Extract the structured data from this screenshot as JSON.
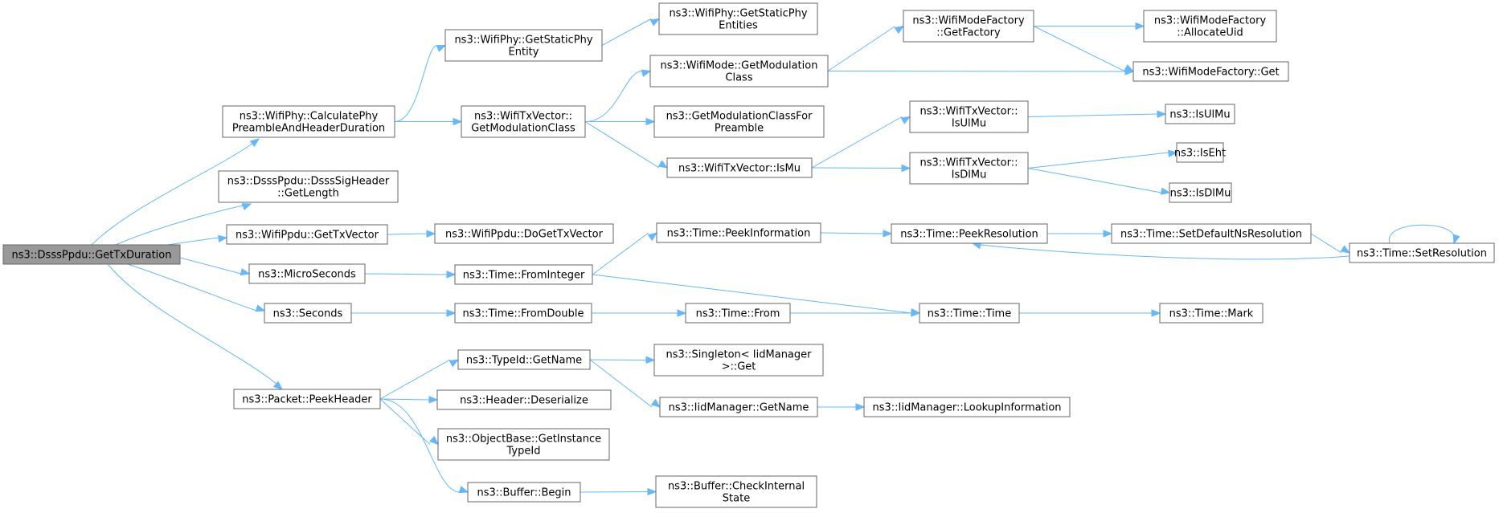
{
  "diagram": {
    "nodes": [
      {
        "id": "n0",
        "lines": [
          "ns3::DsssPpdu::GetTxDuration"
        ]
      },
      {
        "id": "n1",
        "lines": [
          "ns3::WifiPhy::CalculatePhy",
          "PreambleAndHeaderDuration"
        ]
      },
      {
        "id": "n2",
        "lines": [
          "ns3::DsssPpdu::DsssSigHeader",
          "::GetLength"
        ]
      },
      {
        "id": "n3",
        "lines": [
          "ns3::WifiPpdu::GetTxVector"
        ]
      },
      {
        "id": "n4",
        "lines": [
          "ns3::MicroSeconds"
        ]
      },
      {
        "id": "n5",
        "lines": [
          "ns3::Seconds"
        ]
      },
      {
        "id": "n6",
        "lines": [
          "ns3::Packet::PeekHeader"
        ]
      },
      {
        "id": "n7",
        "lines": [
          "ns3::WifiPhy::GetStaticPhy",
          "Entity"
        ]
      },
      {
        "id": "n8",
        "lines": [
          "ns3::WifiTxVector::",
          "GetModulationClass"
        ]
      },
      {
        "id": "n9",
        "lines": [
          "ns3::WifiPpdu::DoGetTxVector"
        ]
      },
      {
        "id": "n10",
        "lines": [
          "ns3::Time::FromInteger"
        ]
      },
      {
        "id": "n11",
        "lines": [
          "ns3::Time::FromDouble"
        ]
      },
      {
        "id": "n12",
        "lines": [
          "ns3::TypeId::GetName"
        ]
      },
      {
        "id": "n13",
        "lines": [
          "ns3::Header::Deserialize"
        ]
      },
      {
        "id": "n14",
        "lines": [
          "ns3::ObjectBase::GetInstance",
          "TypeId"
        ]
      },
      {
        "id": "n15",
        "lines": [
          "ns3::Buffer::Begin"
        ]
      },
      {
        "id": "n16",
        "lines": [
          "ns3::WifiPhy::GetStaticPhy",
          "Entities"
        ]
      },
      {
        "id": "n17",
        "lines": [
          "ns3::WifiMode::GetModulation",
          "Class"
        ]
      },
      {
        "id": "n18",
        "lines": [
          "ns3::GetModulationClassFor",
          "Preamble"
        ]
      },
      {
        "id": "n19",
        "lines": [
          "ns3::WifiTxVector::IsMu"
        ]
      },
      {
        "id": "n20",
        "lines": [
          "ns3::Time::PeekInformation"
        ]
      },
      {
        "id": "n21",
        "lines": [
          "ns3::Time::From"
        ]
      },
      {
        "id": "n22",
        "lines": [
          "ns3::Singleton< IidManager",
          " >::Get"
        ]
      },
      {
        "id": "n23",
        "lines": [
          "ns3::IidManager::GetName"
        ]
      },
      {
        "id": "n24",
        "lines": [
          "ns3::Buffer::CheckInternal",
          "State"
        ]
      },
      {
        "id": "n25",
        "lines": [
          "ns3::WifiModeFactory",
          "::GetFactory"
        ]
      },
      {
        "id": "n26",
        "lines": [
          "ns3::WifiModeFactory::Get"
        ]
      },
      {
        "id": "n27",
        "lines": [
          "ns3::WifiTxVector::",
          "IsUlMu"
        ]
      },
      {
        "id": "n28",
        "lines": [
          "ns3::WifiTxVector::",
          "IsDlMu"
        ]
      },
      {
        "id": "n29",
        "lines": [
          "ns3::Time::PeekResolution"
        ]
      },
      {
        "id": "n30",
        "lines": [
          "ns3::Time::Time"
        ]
      },
      {
        "id": "n31",
        "lines": [
          "ns3::IidManager::LookupInformation"
        ]
      },
      {
        "id": "n32",
        "lines": [
          "ns3::WifiModeFactory",
          "::AllocateUid"
        ]
      },
      {
        "id": "n33",
        "lines": [
          "ns3::IsUlMu"
        ]
      },
      {
        "id": "n34",
        "lines": [
          "ns3::IsEht"
        ]
      },
      {
        "id": "n35",
        "lines": [
          "ns3::IsDlMu"
        ]
      },
      {
        "id": "n36",
        "lines": [
          "ns3::Time::SetDefaultNsResolution"
        ]
      },
      {
        "id": "n37",
        "lines": [
          "ns3::Time::Mark"
        ]
      },
      {
        "id": "n38",
        "lines": [
          "ns3::Time::SetResolution"
        ]
      }
    ],
    "edges": [
      [
        "n0",
        "n1"
      ],
      [
        "n0",
        "n2"
      ],
      [
        "n0",
        "n3"
      ],
      [
        "n0",
        "n4"
      ],
      [
        "n0",
        "n5"
      ],
      [
        "n0",
        "n6"
      ],
      [
        "n1",
        "n7"
      ],
      [
        "n1",
        "n8"
      ],
      [
        "n3",
        "n9"
      ],
      [
        "n4",
        "n10"
      ],
      [
        "n5",
        "n11"
      ],
      [
        "n6",
        "n12"
      ],
      [
        "n6",
        "n13"
      ],
      [
        "n6",
        "n14"
      ],
      [
        "n6",
        "n15"
      ],
      [
        "n7",
        "n16"
      ],
      [
        "n8",
        "n17"
      ],
      [
        "n8",
        "n18"
      ],
      [
        "n8",
        "n19"
      ],
      [
        "n10",
        "n20"
      ],
      [
        "n10",
        "n30"
      ],
      [
        "n11",
        "n21"
      ],
      [
        "n12",
        "n22"
      ],
      [
        "n12",
        "n23"
      ],
      [
        "n15",
        "n24"
      ],
      [
        "n17",
        "n25"
      ],
      [
        "n17",
        "n26"
      ],
      [
        "n19",
        "n27"
      ],
      [
        "n19",
        "n28"
      ],
      [
        "n20",
        "n29"
      ],
      [
        "n21",
        "n30"
      ],
      [
        "n23",
        "n31"
      ],
      [
        "n25",
        "n32"
      ],
      [
        "n25",
        "n26"
      ],
      [
        "n27",
        "n33"
      ],
      [
        "n28",
        "n34"
      ],
      [
        "n28",
        "n35"
      ],
      [
        "n29",
        "n36"
      ],
      [
        "n30",
        "n37"
      ],
      [
        "n36",
        "n38"
      ],
      [
        "n38",
        "n29"
      ],
      [
        "n38",
        "n38"
      ]
    ]
  }
}
